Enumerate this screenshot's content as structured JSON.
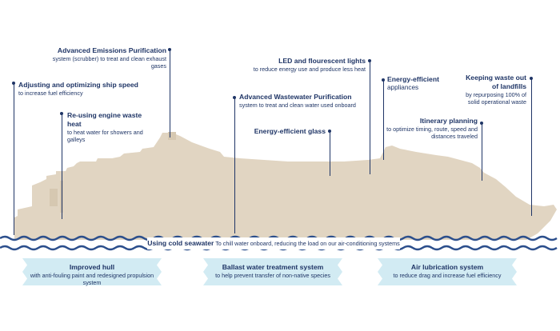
{
  "callouts": {
    "emissions": {
      "title": "Advanced Emissions Purification",
      "desc": "system (scrubber) to treat and clean exhaust gases"
    },
    "speed": {
      "title": "Adjusting and optimizing ship speed",
      "desc": "to increase fuel efficiency"
    },
    "heat": {
      "title": "Re-using engine waste heat",
      "desc": "to heat water for showers and galleys"
    },
    "led": {
      "title": "LED and flourescent lights",
      "desc": "to reduce energy use and produce less heat"
    },
    "wastewater": {
      "title": "Advanced Wastewater Purification",
      "desc": "system to treat and clean water used onboard"
    },
    "glass": {
      "title": "Energy-efficient glass",
      "desc": ""
    },
    "appliances": {
      "title": "Energy-efficient",
      "desc": "appliances"
    },
    "landfill": {
      "title": "Keeping waste out of landfills",
      "desc": "by repurposing 100% of solid operational waste"
    },
    "itinerary": {
      "title": "Itinerary planning",
      "desc": "to optimize timing, route, speed and distances traveled"
    }
  },
  "seawater": {
    "title": "Using cold seawater",
    "desc": "To chill water onboard, reducing the load on our air-conditioning systems"
  },
  "banners": [
    {
      "title": "Improved hull",
      "desc": "with anti-fouling paint and redesigned propulsion system"
    },
    {
      "title": "Ballast water treatment system",
      "desc": "to help prevent transfer of non-native species"
    },
    {
      "title": "Air lubrication system",
      "desc": "to reduce drag and increase fuel efficiency"
    }
  ],
  "colors": {
    "hull": "#e1d5c2",
    "water": "#2c4f8c",
    "banner": "#d2ebf3",
    "text": "#1f3566"
  }
}
